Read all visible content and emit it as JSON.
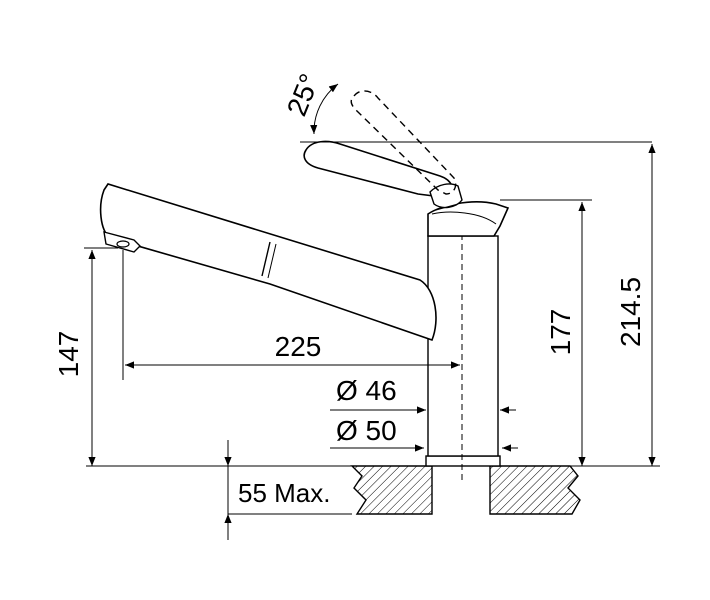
{
  "diagram": {
    "dimensions": {
      "spout_reach": "225",
      "spout_height": "147",
      "body_height": "177",
      "total_height": "214.5",
      "tilt_angle": "25°",
      "diameter_body": "Ø 46",
      "diameter_base": "Ø 50",
      "max_thickness": "55 Max."
    }
  }
}
